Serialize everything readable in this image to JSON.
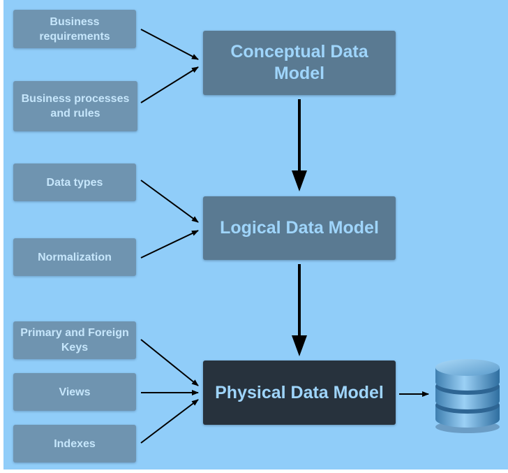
{
  "colors": {
    "background": "#90cdf9",
    "input_box": "#6f94b0",
    "model_box": "#5a7a92",
    "physical_box": "#27323d",
    "text_light": "#c6e6fb",
    "model_text": "#9fd5fb",
    "arrow": "#000000"
  },
  "inputs": {
    "business_requirements": "Business requirements",
    "business_processes": "Business processes and rules",
    "data_types": "Data types",
    "normalization": "Normalization",
    "primary_foreign_keys": "Primary and Foreign Keys",
    "views": "Views",
    "indexes": "Indexes"
  },
  "models": {
    "conceptual": "Conceptual Data Model",
    "logical": "Logical Data Model",
    "physical": "Physical Data Model"
  },
  "icons": {
    "database": "database-cylinder-icon"
  }
}
